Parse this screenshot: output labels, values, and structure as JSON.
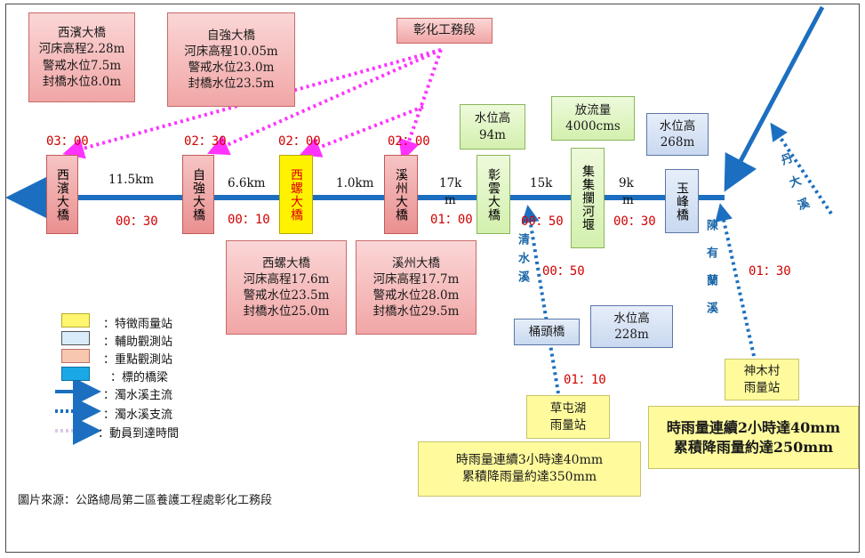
{
  "header_box": {
    "label": "彰化工務段"
  },
  "bridge_info": {
    "xibin": {
      "name": "西濱大橋",
      "bed": "河床高程2.28m",
      "warn": "警戒水位7.5m",
      "close": "封橋水位8.0m"
    },
    "ziqiang": {
      "name": "自強大橋",
      "bed": "河床高程10.05m",
      "warn": "警戒水位23.0m",
      "close": "封橋水位23.5m"
    },
    "xiluo": {
      "name": "西螺大橋",
      "bed": "河床高程17.6m",
      "warn": "警戒水位23.5m",
      "close": "封橋水位25.0m"
    },
    "xizhou": {
      "name": "溪州大橋",
      "bed": "河床高程17.7m",
      "warn": "警戒水位28.0m",
      "close": "封橋水位29.5m"
    }
  },
  "stations": {
    "xibin": "西濱大橋",
    "ziqiang": "自強大橋",
    "xiluo": "西螺大橋",
    "xizhou": "溪州大橋",
    "zhangyun": "彰雲大橋",
    "jiji": "集集攔河堰",
    "yufeng": "玉峰橋"
  },
  "arrival_times": {
    "t1": "03：00",
    "t2": "02：30",
    "t3": "02：00",
    "t4": "02：00"
  },
  "segments": {
    "d1": "11.5km",
    "d2": "6.6km",
    "d3": "1.0km",
    "d4a": "17k",
    "d4b": "m",
    "d5": "15k",
    "d6": "9k",
    "d6b": "m",
    "t1": "00：30",
    "t2": "00：10",
    "t3": "01：00",
    "t4": "00：50",
    "t5": "00：30",
    "t6": "00：50",
    "t7": "01：30",
    "t8": "01：10"
  },
  "water_boxes": {
    "wl94": {
      "l1": "水位高",
      "l2": "94m"
    },
    "flow": {
      "l1": "放流量",
      "l2": "4000cms"
    },
    "wl268": {
      "l1": "水位高",
      "l2": "268m"
    },
    "wl228": {
      "l1": "水位高",
      "l2": "228m"
    },
    "tongtou": "桶頭橋"
  },
  "tributaries": {
    "qingshui": "清水溪",
    "chenyoulan": "陳有蘭溪",
    "dan": "丹大溪"
  },
  "rain_stations": {
    "caoling": {
      "l1": "草屯湖",
      "l2": "雨量站"
    },
    "shenmu": {
      "l1": "神木村",
      "l2": "雨量站"
    }
  },
  "rain_notes": {
    "left": {
      "l1": "時雨量連續3小時達40mm",
      "l2": "累積降雨量約達350mm"
    },
    "right": {
      "l1": "時雨量連續2小時達40mm",
      "l2": "累積降雨量約達250mm"
    }
  },
  "legend": {
    "l1": "：特徵雨量站",
    "l2": "：輔助觀測站",
    "l3": "：重點觀測站",
    "l4": "：標的橋梁",
    "l5": "：濁水溪主流",
    "l6": "：濁水溪支流",
    "l7": "：動員到達時間"
  },
  "source": "圖片來源：公路總局第二區養護工程處彰化工務段",
  "colors": {
    "main_river": "#1c6fc0",
    "arrow_pink": "#ff33ff",
    "time_red": "#d00000"
  }
}
